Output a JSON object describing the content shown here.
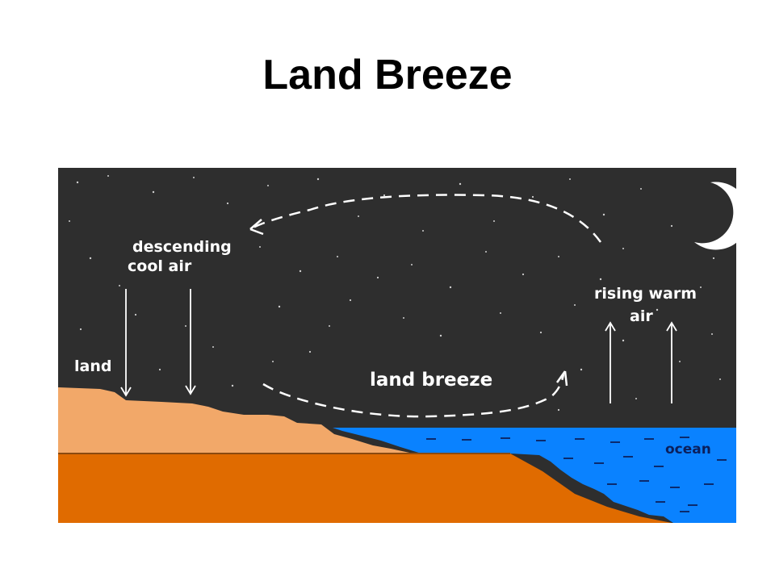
{
  "title": "Land Breeze",
  "diagram": {
    "labels": {
      "descending_line1": "descending",
      "descending_line2": "cool air",
      "rising_line1": "rising warm",
      "rising_line2": "air",
      "land": "land",
      "land_breeze": "land breeze",
      "ocean": "ocean"
    },
    "colors": {
      "night_sky": "#2e2e2e",
      "land_surface": "#f2a869",
      "subsoil": "#e06b00",
      "ocean": "#0a82ff",
      "arrows": "#ffffff",
      "moon": "#ffffff"
    }
  }
}
